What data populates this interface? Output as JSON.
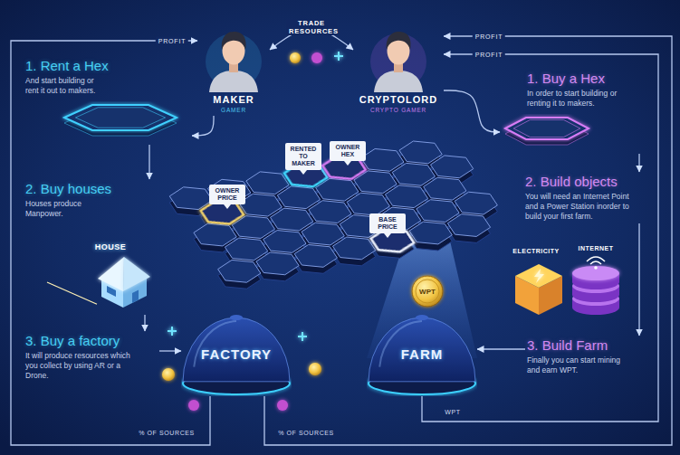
{
  "diagram": {
    "nodes": [
      {
        "text": [
          "MAKER",
          "GAMER"
        ]
      },
      {
        "text": [
          "CRYPTOLORD",
          "CRYPTO GAMER"
        ]
      },
      {
        "text": [
          "1. Rent a Hex",
          "And start building or rent it out to makers."
        ]
      },
      {
        "text": [
          "1. Buy a Hex",
          "In order to start building or renting it to makers."
        ]
      },
      {
        "text": [
          "2. Build objects",
          "You will need an Internet Point and a Power Station inorder to build your first farm."
        ]
      },
      {
        "text": [
          "2. Buy houses",
          "Houses produce Manpower."
        ]
      },
      {
        "text": [
          "3. Buy a factory",
          "It will produce resources which you collect by using AR or a Drone."
        ]
      },
      {
        "text": [
          "3. Build Farm",
          "Finally you can start mining and earn WPT."
        ]
      },
      {
        "text": [
          "FACTORY"
        ]
      },
      {
        "text": [
          "FARM"
        ]
      },
      {
        "text": [
          "OWNER PRICE"
        ]
      },
      {
        "text": [
          "RENTED TO MAKER"
        ]
      },
      {
        "text": [
          "OWNER HEX"
        ]
      },
      {
        "text": [
          "BASE PRICE"
        ]
      }
    ],
    "edges": [
      {
        "from": 0,
        "to": 1,
        "label": "TRADE RESOURCES",
        "arrow": "both"
      },
      {
        "from": 0,
        "to": 2,
        "arrow": "to"
      },
      {
        "from": 2,
        "to": 5,
        "arrow": "to"
      },
      {
        "from": 5,
        "to": 6,
        "arrow": "to"
      },
      {
        "from": 6,
        "to": 8,
        "arrow": "to"
      },
      {
        "from": 1,
        "to": 3,
        "arrow": "to"
      },
      {
        "from": 3,
        "to": 4,
        "arrow": "to"
      },
      {
        "from": 4,
        "to": 7,
        "arrow": "to"
      },
      {
        "from": 7,
        "to": 9,
        "arrow": "to"
      },
      {
        "from": 8,
        "to": 0,
        "label": "PROFIT",
        "arrow": "to"
      },
      {
        "from": 8,
        "to": 1,
        "label": "PROFIT",
        "arrow": "to"
      },
      {
        "from": 9,
        "to": 1,
        "label": "PROFIT",
        "arrow": "to"
      }
    ],
    "labels": [
      "HOUSE",
      "ELECTRICITY",
      "INTERNET",
      "WPT",
      "% OF SOURCES",
      "% OF SOURCES",
      "WPT"
    ]
  }
}
